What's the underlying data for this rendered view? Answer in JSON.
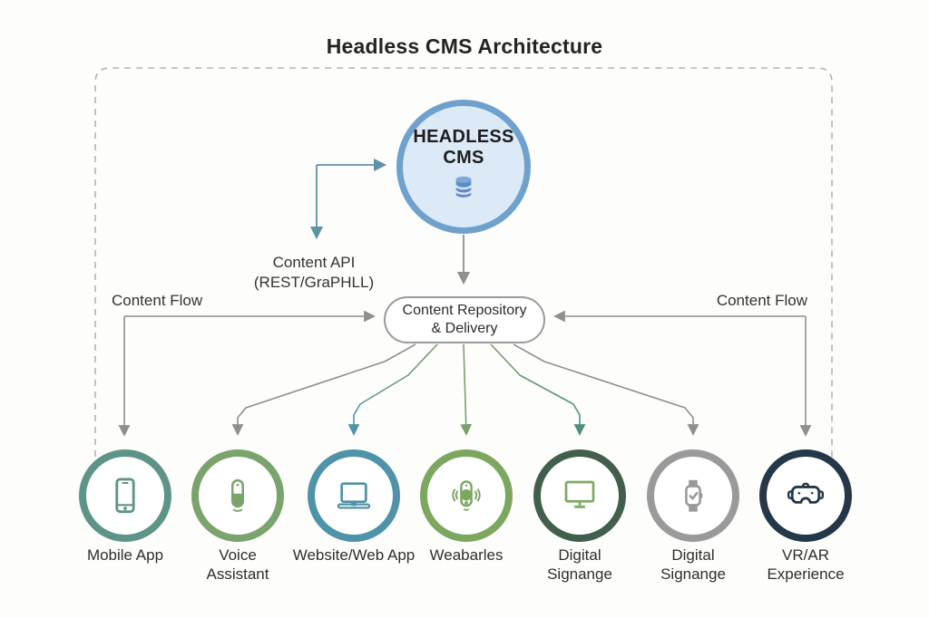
{
  "title": "Headless CMS Architecture",
  "cms_node": {
    "line1": "HEADLESS",
    "line2": "CMS"
  },
  "api_label": {
    "line1": "Content API",
    "line2": "(REST/GraPHLL)"
  },
  "repository": {
    "line1": "Content Repository",
    "line2": "& Delivery"
  },
  "flow_left": "Content Flow",
  "flow_right": "Content Flow",
  "devices": [
    {
      "name": "Mobile App",
      "lines": [
        "Mobile App"
      ],
      "ring": "#5e9488",
      "icon_color": "#5e9488",
      "icon": "smartphone-icon"
    },
    {
      "name": "Voice Assistant",
      "lines": [
        "Voice",
        "Assistant"
      ],
      "ring": "#7aa46c",
      "icon_color": "#7aa46c",
      "icon": "smart-speaker-icon"
    },
    {
      "name": "Website/Web App",
      "lines": [
        "Website/Web App"
      ],
      "ring": "#4e93a8",
      "icon_color": "#4e93a8",
      "icon": "laptop-icon"
    },
    {
      "name": "Wearables",
      "lines": [
        "Weabarles"
      ],
      "ring": "#7ba75f",
      "icon_color": "#7ba75f",
      "icon": "wearable-icon"
    },
    {
      "name": "Digital Signage",
      "lines": [
        "Digital",
        "Signange"
      ],
      "ring": "#415f4c",
      "icon_color": "#7cab63",
      "icon": "monitor-icon"
    },
    {
      "name": "Digital Signage (watch)",
      "lines": [
        "Digital",
        "Signange"
      ],
      "ring": "#9a9a9a",
      "icon_color": "#9a9a9a",
      "icon": "smartwatch-icon"
    },
    {
      "name": "VR/AR Experience",
      "lines": [
        "VR/AR",
        "Experience"
      ],
      "ring": "#24384a",
      "icon_color": "#24384a",
      "icon": "vr-headset-icon"
    }
  ],
  "colors": {
    "cms_fill": "#dce9f6",
    "cms_border": "#6fa1cd",
    "database_icon": "#5b90c6",
    "api_arrow": "#5d93a8",
    "gray_arrow": "#8f8f8f",
    "green_line": "#79a06a",
    "teal_line": "#4f8f80",
    "blue_line": "#4e93a8",
    "dashed_border": "#b3b3b3"
  }
}
